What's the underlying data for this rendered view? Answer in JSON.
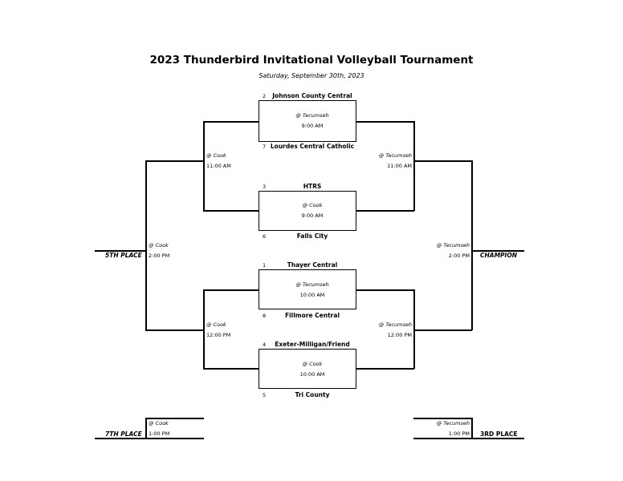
{
  "title": "2023 Thunderbird Invitational Volleyball Tournament",
  "subtitle": "Saturday, September 30th, 2023",
  "first_round": [
    {
      "top_seed": "2",
      "top_team": "Johnson County Central",
      "location": "@ Tecumseh",
      "time": "9:00 AM",
      "bottom_seed": "7",
      "bottom_team": "Lourdes Central Catholic"
    },
    {
      "top_seed": "3",
      "top_team": "HTRS",
      "location": "@ Cook",
      "time": "9:00 AM",
      "bottom_seed": "6",
      "bottom_team": "Falls City"
    },
    {
      "top_seed": "1",
      "top_team": "Thayer Central",
      "location": "@ Tecumseh",
      "time": "10:00 AM",
      "bottom_seed": "8",
      "bottom_team": "Fillmore Central"
    },
    {
      "top_seed": "4",
      "top_team": "Exeter-Milligan/Friend",
      "location": "@ Cook",
      "time": "10:00 AM",
      "bottom_seed": "5",
      "bottom_team": "Tri County"
    }
  ],
  "second_round": {
    "upper_left": {
      "location": "@ Cook",
      "time": "11:00 AM"
    },
    "upper_right": {
      "location": "@ Tecumseh",
      "time": "11:00 AM"
    },
    "lower_left": {
      "location": "@ Cook",
      "time": "12:00 PM"
    },
    "lower_right": {
      "location": "@ Tecumseh",
      "time": "12:00 PM"
    }
  },
  "finals": {
    "fifth": {
      "label": "5TH PLACE",
      "location": "@ Cook",
      "time": "2:00 PM"
    },
    "champion": {
      "label": "CHAMPION",
      "location": "@ Tecumseh",
      "time": "2:00 PM"
    },
    "seventh": {
      "label": "7TH PLACE",
      "location": "@ Cook",
      "time": "1:00 PM"
    },
    "third": {
      "label": "3RD PLACE",
      "location": "@ Tecumseh",
      "time": "1:00 PM"
    }
  }
}
